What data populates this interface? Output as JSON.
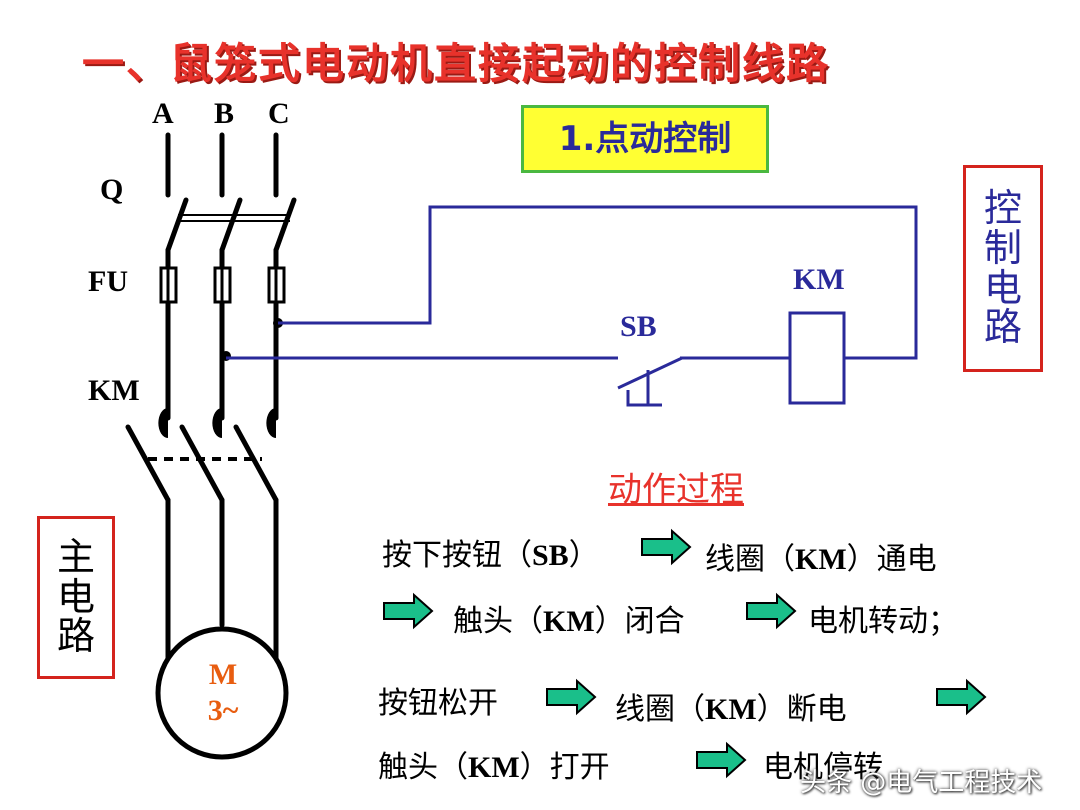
{
  "title": "一、鼠笼式电动机直接起动的控制线路",
  "subtitle": "1.点动控制",
  "phases": [
    "A",
    "B",
    "C"
  ],
  "labels": {
    "q": "Q",
    "fu": "FU",
    "km_main": "KM",
    "sb": "SB",
    "km_coil": "KM",
    "motor_m": "M",
    "motor_phase": "3~"
  },
  "control_circuit_label": [
    "控",
    "制",
    "电",
    "路"
  ],
  "main_circuit_label": [
    "主",
    "电",
    "路"
  ],
  "process": {
    "title": "动作过程",
    "line1": {
      "a": "按下按钮（",
      "a_b": "SB",
      "a_end": "）",
      "b": "线圈（",
      "b_b": "KM",
      "b_end": "）通电"
    },
    "line2": {
      "a": "触头（",
      "a_b": "KM",
      "a_end": "）闭合",
      "b": "电机转动；"
    },
    "line3": {
      "a": "按钮松开",
      "b": "线圈（",
      "b_b": "KM",
      "b_end": "）断电"
    },
    "line4": {
      "a": "触头（",
      "a_b": "KM",
      "a_end": "）打开",
      "b": "电机停转"
    }
  },
  "watermark": "头条 @电气工程技术",
  "colors": {
    "title": "#e8322b",
    "control_wire": "#2a2a9a",
    "box_border": "#d4231d",
    "subtitle_bg": "#ffff33",
    "arrow_fill": "#1abf8a"
  }
}
